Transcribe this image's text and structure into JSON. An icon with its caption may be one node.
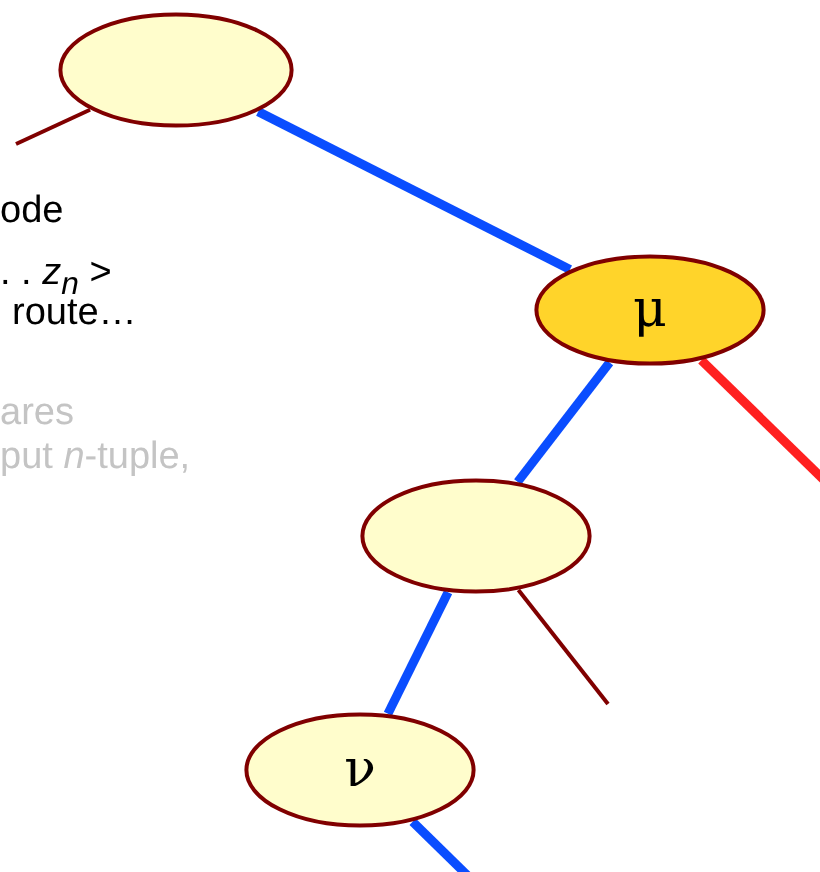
{
  "diagram": {
    "nodes": [
      {
        "text": [],
        "shape": "ellipse"
      },
      {
        "text": [
          "μ"
        ]
      },
      {
        "text": [],
        "shape": "ellipse"
      },
      {
        "text": [
          "ν"
        ]
      }
    ],
    "edges": [
      {
        "from": 0,
        "to": null,
        "arrow": "none",
        "color": "#800000"
      },
      {
        "from": 0,
        "to": 1,
        "arrow": "none"
      },
      {
        "from": 1,
        "to": 2,
        "arrow": "none"
      },
      {
        "from": 1,
        "to": null,
        "arrow": "none",
        "color": "#ff2020"
      },
      {
        "from": 2,
        "to": 3,
        "arrow": "none"
      },
      {
        "from": 2,
        "to": null,
        "arrow": "none",
        "color": "#800000"
      },
      {
        "from": 3,
        "to": null,
        "arrow": "none"
      }
    ],
    "labels": [
      "ode",
      ". . *z*$_{n}$ >",
      "route…",
      "ares",
      "put *n*-tuple,"
    ]
  }
}
